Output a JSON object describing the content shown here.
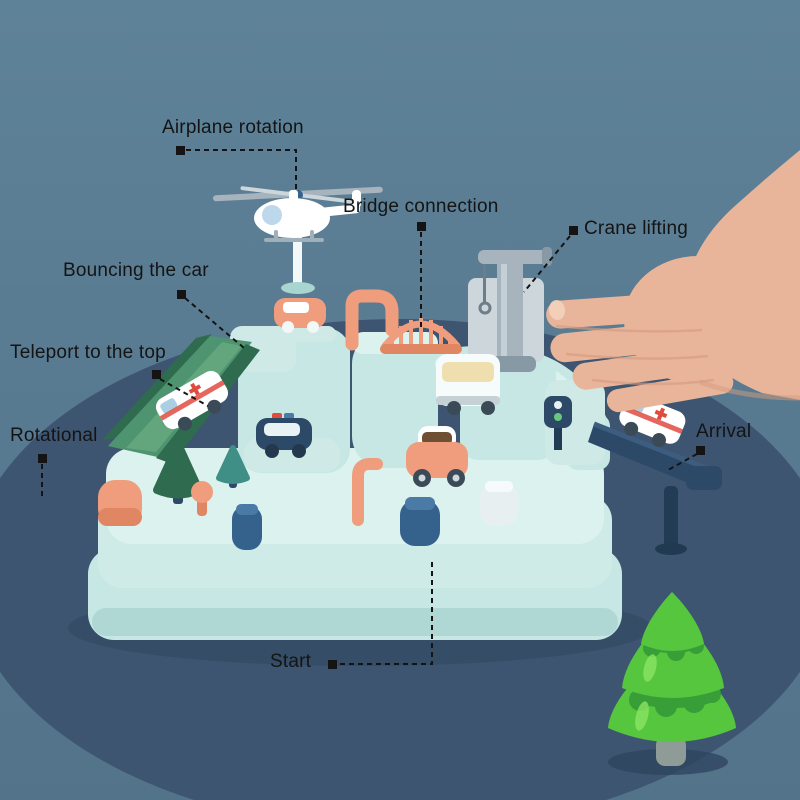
{
  "palette": {
    "background_top": "#5e8298",
    "background_bottom": "#53738a",
    "platform": "#3d5571",
    "toy_mint": "#c6e7e3",
    "toy_mint_light": "#dcf2ee",
    "toy_mint_dark": "#a9d5d0",
    "salmon": "#ef9d7d",
    "salmon_dark": "#e08663",
    "green_slide": "#2f6b4f",
    "green_slide_light": "#4f9470",
    "navy": "#2c4a68",
    "blue_button": "#35628c",
    "crane_gray": "#a7b4bd",
    "crane_gray_light": "#ccd6db",
    "skin": "#e9b59a",
    "skin_shadow": "#d59b7e",
    "tree_green": "#56c63e",
    "tree_green_dark": "#379e38",
    "label_color": "#141414"
  },
  "annotations": [
    {
      "id": "airplane-rotation",
      "text": "Airplane rotation"
    },
    {
      "id": "bridge-connection",
      "text": "Bridge connection"
    },
    {
      "id": "crane-lifting",
      "text": "Crane lifting"
    },
    {
      "id": "bouncing-the-car",
      "text": "Bouncing the car"
    },
    {
      "id": "teleport-to-the-top",
      "text": "Teleport to the top"
    },
    {
      "id": "rotational",
      "text": "Rotational"
    },
    {
      "id": "arrival",
      "text": "Arrival"
    },
    {
      "id": "start",
      "text": "Start"
    }
  ],
  "scene": {
    "parts": [
      "helicopter",
      "bridge",
      "crane",
      "green-slide",
      "ambulance",
      "police-car",
      "salmon-car",
      "rescue-bus",
      "arrival-ramp",
      "traffic-light",
      "track-base",
      "hand",
      "cartoon-tree",
      "round-platform"
    ]
  }
}
